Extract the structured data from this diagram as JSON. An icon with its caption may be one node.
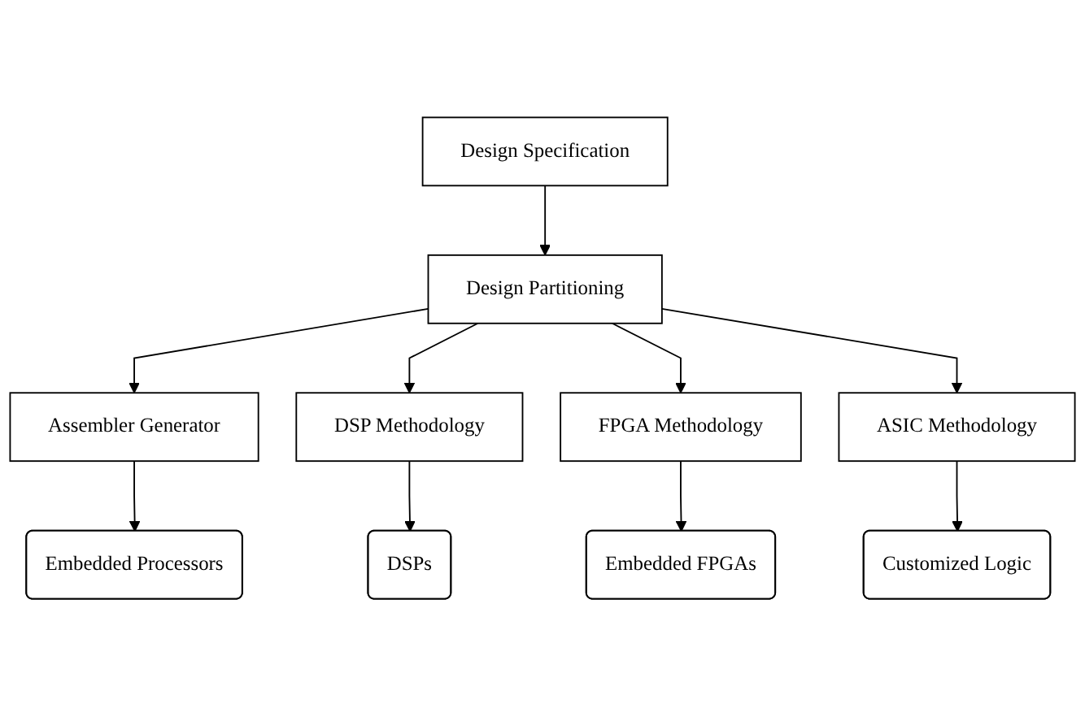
{
  "diagram": {
    "nodes": [
      {
        "text": [
          "Design Specification"
        ]
      },
      {
        "text": [
          "Design Partitioning"
        ]
      },
      {
        "text": [
          "Assembler Generator"
        ]
      },
      {
        "text": [
          "DSP Methodology"
        ]
      },
      {
        "text": [
          "FPGA Methodology"
        ]
      },
      {
        "text": [
          "ASIC Methodology"
        ]
      },
      {
        "text": [
          "Embedded Processors"
        ]
      },
      {
        "text": [
          "DSPs"
        ]
      },
      {
        "text": [
          "Embedded FPGAs"
        ]
      },
      {
        "text": [
          "Customized Logic"
        ]
      }
    ],
    "edges": [
      {
        "from": 0,
        "to": 1,
        "arrow": "to"
      },
      {
        "from": 1,
        "to": 2,
        "arrow": "to"
      },
      {
        "from": 1,
        "to": 3,
        "arrow": "to"
      },
      {
        "from": 1,
        "to": 4,
        "arrow": "to"
      },
      {
        "from": 1,
        "to": 5,
        "arrow": "to"
      },
      {
        "from": 2,
        "to": 6,
        "arrow": "to"
      },
      {
        "from": 3,
        "to": 7,
        "arrow": "to"
      },
      {
        "from": 4,
        "to": 8,
        "arrow": "to"
      },
      {
        "from": 5,
        "to": 9,
        "arrow": "to"
      }
    ]
  }
}
